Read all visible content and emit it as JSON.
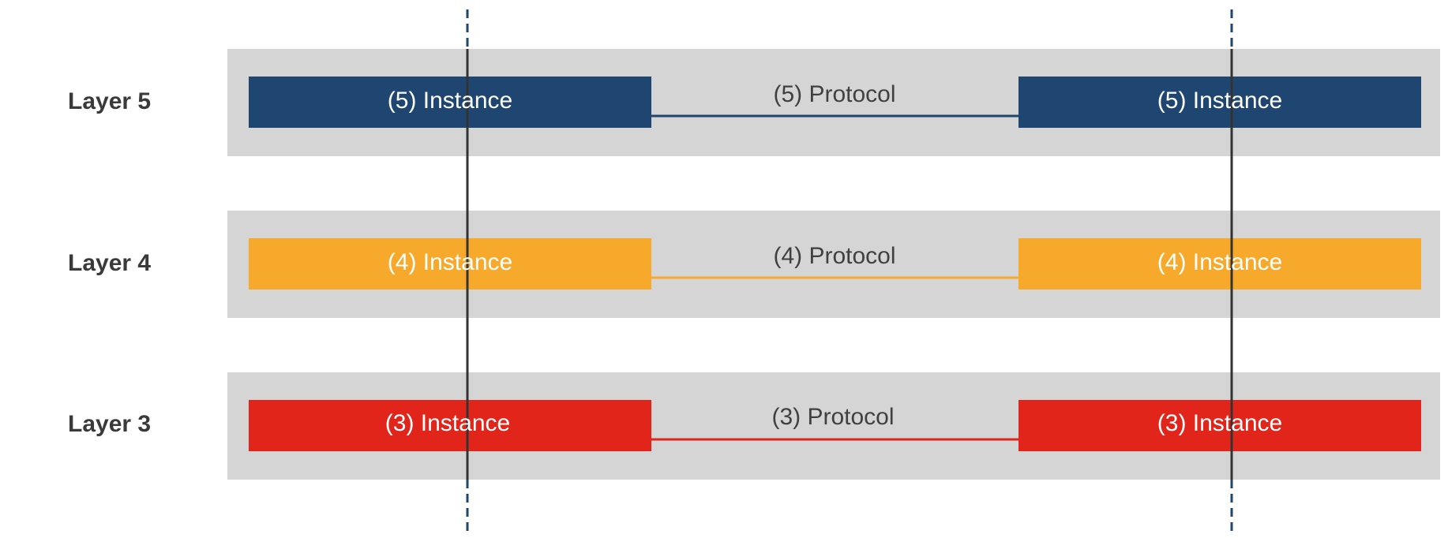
{
  "layers": [
    {
      "label": "Layer 5",
      "left_instance": "(5) Instance",
      "protocol": "(5) Protocol",
      "right_instance": "(5) Instance",
      "color": "#1f4670"
    },
    {
      "label": "Layer 4",
      "left_instance": "(4) Instance",
      "protocol": "(4) Protocol",
      "right_instance": "(4) Instance",
      "color": "#f7a92c"
    },
    {
      "label": "Layer 3",
      "left_instance": "(3) Instance",
      "protocol": "(3) Protocol",
      "right_instance": "(3) Instance",
      "color": "#e1251b"
    }
  ],
  "colors": {
    "band": "#d5d5d5",
    "vertical_line": "#333333",
    "dashed_line": "#1f4670"
  }
}
